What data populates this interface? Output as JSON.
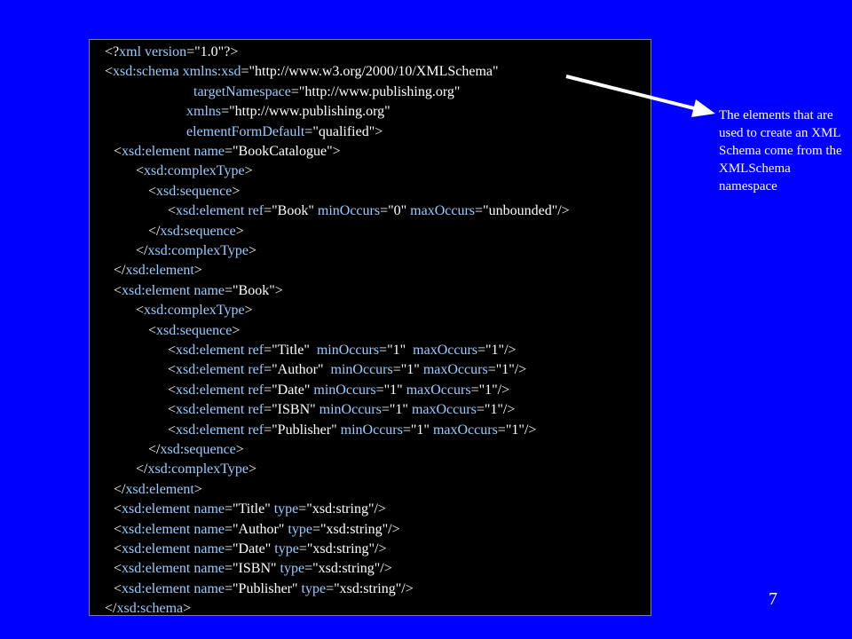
{
  "slide": {
    "background_color": "#0000FF",
    "code_background_color": "#000000",
    "tag_color": "#FFFFFF",
    "keyword_color": "#99CCFF",
    "page_number": "7"
  },
  "annotation": {
    "text": "The elements that are used to create an XML Schema come from the XMLSchema namespace"
  },
  "code_lines": [
    {
      "segments": [
        [
          "t",
          "<?"
        ],
        [
          "k",
          "xml version"
        ],
        [
          "t",
          "=\"1.0\"?>"
        ]
      ]
    },
    {
      "segments": [
        [
          "t",
          "<"
        ],
        [
          "k",
          "xsd:schema xmlns:xsd"
        ],
        [
          "t",
          "=\"http://www.w3.org/2000/10/XMLSchema\""
        ]
      ]
    },
    {
      "segments": [
        [
          "k",
          "targetNamespace"
        ],
        [
          "t",
          "=\"http://www.publishing.org\""
        ]
      ]
    },
    {
      "segments": [
        [
          "k",
          "xmlns"
        ],
        [
          "t",
          "=\"http://www.publishing.org\""
        ]
      ]
    },
    {
      "segments": [
        [
          "k",
          "elementFormDefault"
        ],
        [
          "t",
          "=\"qualified\">"
        ]
      ]
    },
    {
      "segments": [
        [
          "t",
          "<"
        ],
        [
          "k",
          "xsd:element name"
        ],
        [
          "t",
          "=\"BookCatalogue\">"
        ]
      ]
    },
    {
      "segments": [
        [
          "t",
          "<"
        ],
        [
          "k",
          "xsd:complexType"
        ],
        [
          "t",
          ">"
        ]
      ]
    },
    {
      "segments": [
        [
          "t",
          "<"
        ],
        [
          "k",
          "xsd:sequence"
        ],
        [
          "t",
          ">"
        ]
      ]
    },
    {
      "segments": [
        [
          "t",
          "<"
        ],
        [
          "k",
          "xsd:element ref"
        ],
        [
          "t",
          "=\"Book\" "
        ],
        [
          "k",
          "minOccurs"
        ],
        [
          "t",
          "=\"0\" "
        ],
        [
          "k",
          "maxOccurs"
        ],
        [
          "t",
          "=\"unbounded\"/>"
        ]
      ]
    },
    {
      "segments": [
        [
          "t",
          "</"
        ],
        [
          "k",
          "xsd:sequence"
        ],
        [
          "t",
          ">"
        ]
      ]
    },
    {
      "segments": [
        [
          "t",
          "</"
        ],
        [
          "k",
          "xsd:complexType"
        ],
        [
          "t",
          ">"
        ]
      ]
    },
    {
      "segments": [
        [
          "t",
          "</"
        ],
        [
          "k",
          "xsd:element"
        ],
        [
          "t",
          ">"
        ]
      ]
    },
    {
      "segments": [
        [
          "t",
          "<"
        ],
        [
          "k",
          "xsd:element name"
        ],
        [
          "t",
          "=\"Book\">"
        ]
      ]
    },
    {
      "segments": [
        [
          "t",
          "<"
        ],
        [
          "k",
          "xsd:complexType"
        ],
        [
          "t",
          ">"
        ]
      ]
    },
    {
      "segments": [
        [
          "t",
          "<"
        ],
        [
          "k",
          "xsd:sequence"
        ],
        [
          "t",
          ">"
        ]
      ]
    },
    {
      "segments": [
        [
          "t",
          "<"
        ],
        [
          "k",
          "xsd:element ref"
        ],
        [
          "t",
          "=\"Title\"  "
        ],
        [
          "k",
          "minOccurs"
        ],
        [
          "t",
          "=\"1\"  "
        ],
        [
          "k",
          "maxOccurs"
        ],
        [
          "t",
          "=\"1\"/>"
        ]
      ]
    },
    {
      "segments": [
        [
          "t",
          "<"
        ],
        [
          "k",
          "xsd:element ref"
        ],
        [
          "t",
          "=\"Author\"  "
        ],
        [
          "k",
          "minOccurs"
        ],
        [
          "t",
          "=\"1\" "
        ],
        [
          "k",
          "maxOccurs"
        ],
        [
          "t",
          "=\"1\"/>"
        ]
      ]
    },
    {
      "segments": [
        [
          "t",
          "<"
        ],
        [
          "k",
          "xsd:element ref"
        ],
        [
          "t",
          "=\"Date\" "
        ],
        [
          "k",
          "minOccurs"
        ],
        [
          "t",
          "=\"1\" "
        ],
        [
          "k",
          "maxOccurs"
        ],
        [
          "t",
          "=\"1\"/>"
        ]
      ]
    },
    {
      "segments": [
        [
          "t",
          "<"
        ],
        [
          "k",
          "xsd:element ref"
        ],
        [
          "t",
          "=\"ISBN\" "
        ],
        [
          "k",
          "minOccurs"
        ],
        [
          "t",
          "=\"1\" "
        ],
        [
          "k",
          "maxOccurs"
        ],
        [
          "t",
          "=\"1\"/>"
        ]
      ]
    },
    {
      "segments": [
        [
          "t",
          "<"
        ],
        [
          "k",
          "xsd:element ref"
        ],
        [
          "t",
          "=\"Publisher\" "
        ],
        [
          "k",
          "minOccurs"
        ],
        [
          "t",
          "=\"1\" "
        ],
        [
          "k",
          "maxOccurs"
        ],
        [
          "t",
          "=\"1\"/>"
        ]
      ]
    },
    {
      "segments": [
        [
          "t",
          "</"
        ],
        [
          "k",
          "xsd:sequence"
        ],
        [
          "t",
          ">"
        ]
      ]
    },
    {
      "segments": [
        [
          "t",
          "</"
        ],
        [
          "k",
          "xsd:complexType"
        ],
        [
          "t",
          ">"
        ]
      ]
    },
    {
      "segments": [
        [
          "t",
          "</"
        ],
        [
          "k",
          "xsd:element"
        ],
        [
          "t",
          ">"
        ]
      ]
    },
    {
      "segments": [
        [
          "t",
          "<"
        ],
        [
          "k",
          "xsd:element name"
        ],
        [
          "t",
          "=\"Title\" "
        ],
        [
          "k",
          "type"
        ],
        [
          "t",
          "=\"xsd:string\"/>"
        ]
      ]
    },
    {
      "segments": [
        [
          "t",
          "<"
        ],
        [
          "k",
          "xsd:element name"
        ],
        [
          "t",
          "=\"Author\" "
        ],
        [
          "k",
          "type"
        ],
        [
          "t",
          "=\"xsd:string\"/>"
        ]
      ]
    },
    {
      "segments": [
        [
          "t",
          "<"
        ],
        [
          "k",
          "xsd:element name"
        ],
        [
          "t",
          "=\"Date\" "
        ],
        [
          "k",
          "type"
        ],
        [
          "t",
          "=\"xsd:string\"/>"
        ]
      ]
    },
    {
      "segments": [
        [
          "t",
          "<"
        ],
        [
          "k",
          "xsd:element name"
        ],
        [
          "t",
          "=\"ISBN\" "
        ],
        [
          "k",
          "type"
        ],
        [
          "t",
          "=\"xsd:string\"/>"
        ]
      ]
    },
    {
      "segments": [
        [
          "t",
          "<"
        ],
        [
          "k",
          "xsd:element name"
        ],
        [
          "t",
          "=\"Publisher\" "
        ],
        [
          "k",
          "type"
        ],
        [
          "t",
          "=\"xsd:string\"/>"
        ]
      ]
    },
    {
      "segments": [
        [
          "t",
          "</"
        ],
        [
          "k",
          "xsd:schema"
        ],
        [
          "t",
          ">"
        ]
      ]
    }
  ]
}
